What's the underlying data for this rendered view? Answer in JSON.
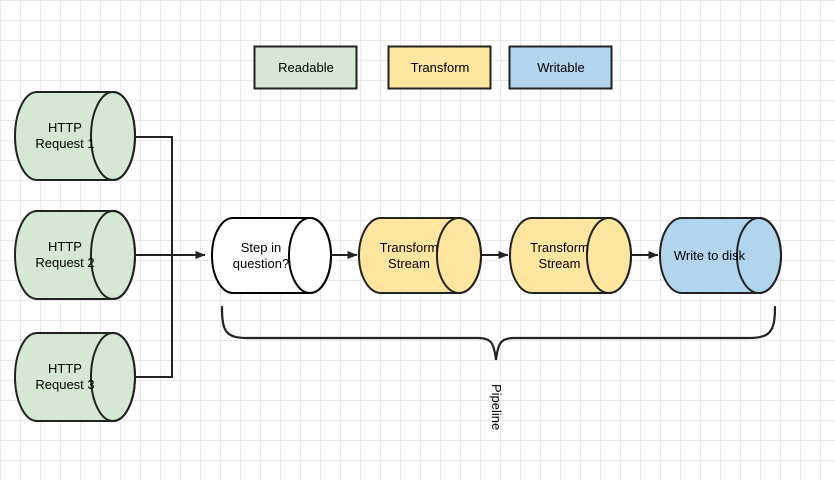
{
  "diagram": {
    "title": "Node.js stream pipeline diagram",
    "colors": {
      "readable_fill": "#d5e8d4",
      "readable_stroke": "#222222",
      "transform_fill": "#ffe6a0",
      "transform_stroke": "#222222",
      "writable_fill": "#b1d5ee",
      "writable_stroke": "#222222",
      "plain_fill": "#ffffff",
      "plain_stroke": "#000000",
      "edge": "#222222",
      "grid_minor": "#e8e8e8",
      "grid_major": "#d4d4d4",
      "background": "#ffffff",
      "text": "#000000"
    },
    "legend": {
      "items": [
        {
          "label": "Readable",
          "type": "readable"
        },
        {
          "label": "Transform",
          "type": "transform"
        },
        {
          "label": "Writable",
          "type": "writable"
        }
      ]
    },
    "sources": [
      {
        "line1": "HTTP",
        "line2": "Request 1",
        "type": "readable"
      },
      {
        "line1": "HTTP",
        "line2": "Request 2",
        "type": "readable"
      },
      {
        "line1": "HTTP",
        "line2": "Request 3",
        "type": "readable"
      }
    ],
    "pipeline_nodes": [
      {
        "line1": "Step in",
        "line2": "question?",
        "type": "plain"
      },
      {
        "line1": "Transform",
        "line2": "Stream",
        "type": "transform"
      },
      {
        "line1": "Transform",
        "line2": "Stream",
        "type": "transform"
      },
      {
        "line1": "Write to disk",
        "line2": "",
        "type": "writable"
      }
    ],
    "brace": {
      "label": "Pipeline"
    }
  }
}
